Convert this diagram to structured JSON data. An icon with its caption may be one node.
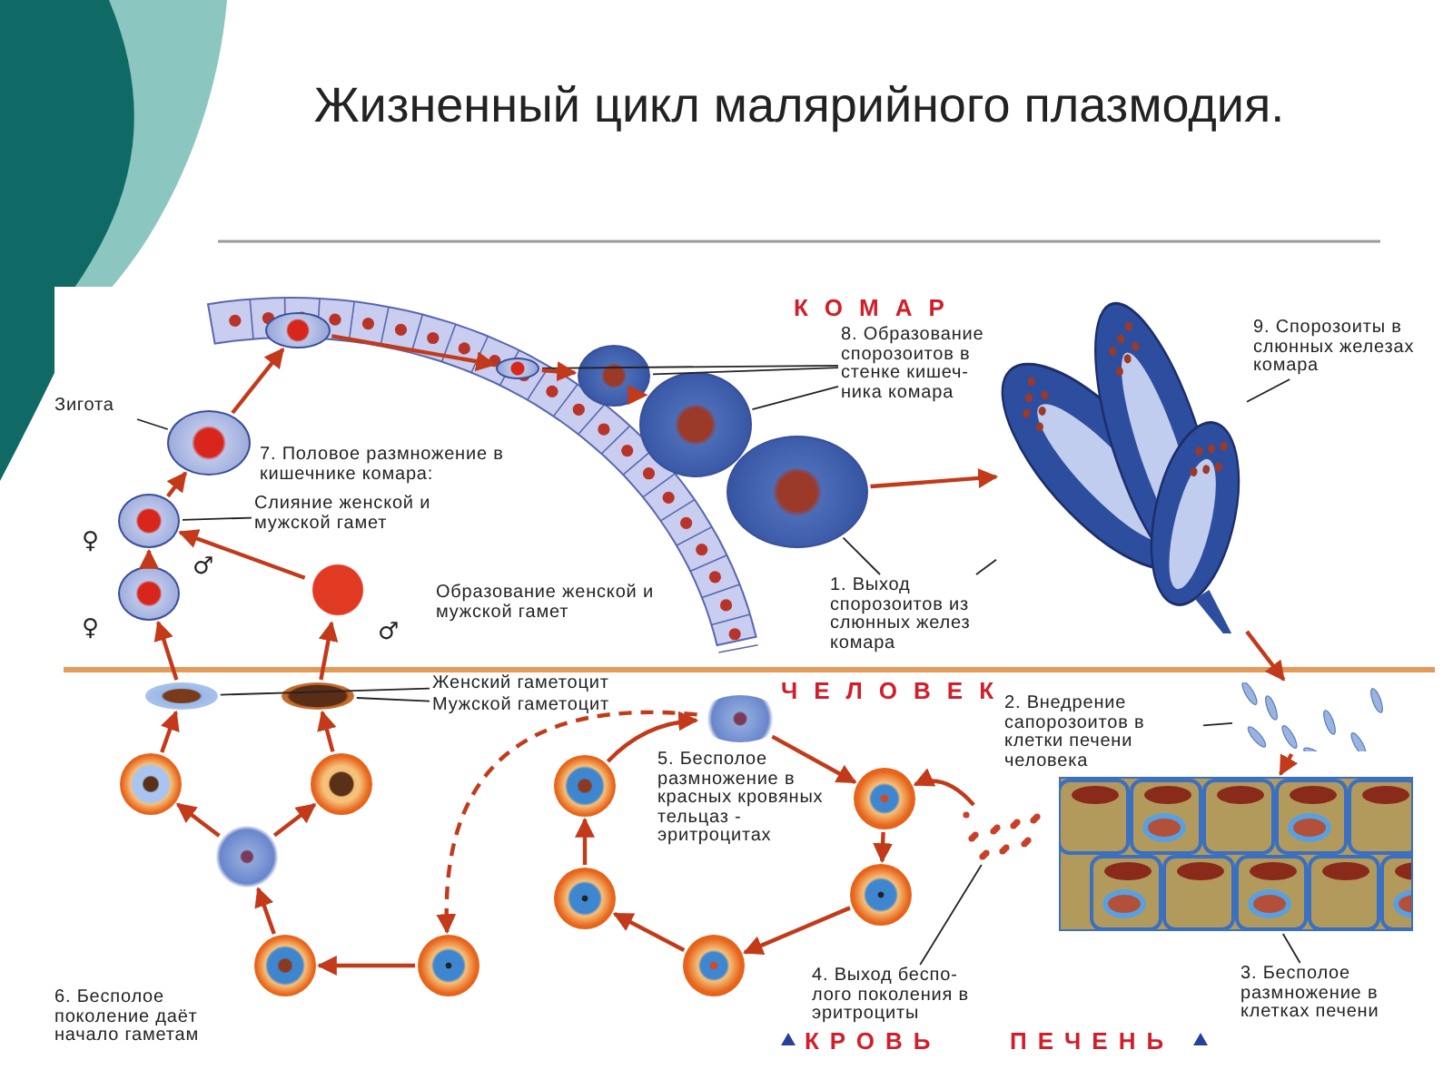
{
  "diagram": {
    "title": "Жизненный цикл малярийного плазмодия.",
    "nodes": [
      {
        "text": [
          "Зигота"
        ]
      },
      {
        "text": [
          "Слияние женской и мужской гамет"
        ]
      },
      {
        "text": [
          "8. Образование спорозоитов в стенке кишеч-ника комара"
        ]
      },
      {
        "text": [
          "9. Спорозоиты в слюнных железах комара"
        ]
      },
      {
        "text": [
          "1. Выход спорозоитов из слюнных желез комара"
        ]
      },
      {
        "text": [
          "Женский гаметоцит"
        ]
      },
      {
        "text": [
          "Мужской гаметоцит"
        ]
      },
      {
        "text": [
          "2. Внедрение сапорозоитов в клетки печени человека"
        ]
      },
      {
        "text": [
          "4. Выход беспо-лого поколения в эритроциты"
        ]
      },
      {
        "text": [
          "3. Бесполое размножение в клетках печени"
        ]
      },
      {
        "text": [],
        "shape": "circle"
      },
      {
        "text": [],
        "shape": "circle"
      },
      {
        "text": [],
        "shape": "circle"
      },
      {
        "text": [],
        "shape": "circle"
      },
      {
        "text": [],
        "shape": "circle"
      },
      {
        "text": [],
        "shape": "circle"
      },
      {
        "text": [],
        "shape": "circle"
      },
      {
        "text": [],
        "shape": "circle"
      },
      {
        "text": [],
        "shape": "circle"
      },
      {
        "text": [],
        "shape": "picture"
      },
      {
        "text": [],
        "shape": "circle"
      },
      {
        "text": [],
        "shape": "circle"
      },
      {
        "text": [],
        "shape": "picture"
      },
      {
        "text": [],
        "shape": "picture"
      },
      {
        "text": [],
        "shape": "picture"
      },
      {
        "text": [],
        "shape": "circle"
      },
      {
        "text": [],
        "shape": "circle"
      },
      {
        "text": [],
        "shape": "circle"
      },
      {
        "text": [],
        "shape": "circle"
      },
      {
        "text": [],
        "shape": "circle"
      },
      {
        "text": [],
        "shape": "circle"
      },
      {
        "text": [],
        "shape": "circle"
      },
      {
        "text": [],
        "shape": "circle"
      },
      {
        "text": [],
        "shape": "circle"
      },
      {
        "text": [],
        "shape": "circle"
      },
      {
        "text": [],
        "shape": "circle"
      }
    ],
    "edges": [
      {
        "from": 0,
        "to": 12,
        "arrow": "none",
        "color": "#222222"
      },
      {
        "from": 1,
        "to": 11,
        "arrow": "none",
        "color": "#222222"
      },
      {
        "from": 2,
        "to": 14,
        "arrow": "none",
        "color": "#222222"
      },
      {
        "from": 2,
        "to": 15,
        "arrow": "none",
        "color": "#222222"
      },
      {
        "from": 2,
        "to": 16,
        "arrow": "none",
        "color": "#222222"
      },
      {
        "from": 3,
        "to": 19,
        "arrow": "none",
        "color": "#222222"
      },
      {
        "from": 4,
        "to": 19,
        "arrow": "none",
        "color": "#222222"
      },
      {
        "from": 4,
        "to": 17,
        "arrow": "none",
        "color": "#222222"
      },
      {
        "from": 5,
        "to": 20,
        "arrow": "none",
        "color": "#222222"
      },
      {
        "from": 6,
        "to": 21,
        "arrow": "none",
        "color": "#222222"
      },
      {
        "from": 7,
        "to": 22,
        "arrow": "none",
        "color": "#222222"
      },
      {
        "from": 8,
        "to": 24,
        "arrow": "none",
        "color": "#222222"
      },
      {
        "from": 9,
        "to": 23,
        "arrow": "none",
        "color": "#222222"
      },
      {
        "from": 20,
        "to": 10,
        "arrow": "to"
      },
      {
        "from": 21,
        "to": 18,
        "arrow": "to"
      },
      {
        "from": 10,
        "to": 11,
        "arrow": "to"
      },
      {
        "from": 18,
        "to": 11,
        "arrow": "to"
      },
      {
        "from": 11,
        "to": 12,
        "arrow": "to"
      },
      {
        "from": 12,
        "to": 13,
        "arrow": "to"
      },
      {
        "from": 13,
        "to": 14,
        "arrow": "to"
      },
      {
        "from": 14,
        "to": 15,
        "arrow": "to"
      },
      {
        "from": 15,
        "to": 16,
        "arrow": "to"
      },
      {
        "from": 17,
        "to": 19,
        "arrow": "to"
      },
      {
        "from": 19,
        "to": 22,
        "arrow": "to"
      },
      {
        "from": 22,
        "to": 23,
        "arrow": "to"
      },
      {
        "from": 24,
        "to": 25,
        "arrow": "to"
      },
      {
        "from": 25,
        "to": 26,
        "arrow": "to"
      },
      {
        "from": 26,
        "to": 27,
        "arrow": "to"
      },
      {
        "from": 27,
        "to": 28,
        "arrow": "to"
      },
      {
        "from": 28,
        "to": 29,
        "arrow": "to"
      },
      {
        "from": 29,
        "to": 30,
        "arrow": "to"
      },
      {
        "from": 30,
        "to": 25,
        "arrow": "to"
      },
      {
        "from": 30,
        "to": 31,
        "arrow": "to",
        "style": "dashed"
      },
      {
        "from": 31,
        "to": 32,
        "arrow": "to"
      },
      {
        "from": 32,
        "to": 33,
        "arrow": "to"
      },
      {
        "from": 33,
        "to": 34,
        "arrow": "to"
      },
      {
        "from": 33,
        "to": 35,
        "arrow": "to"
      },
      {
        "from": 34,
        "to": 20,
        "arrow": "to"
      },
      {
        "from": 35,
        "to": 21,
        "arrow": "to"
      }
    ],
    "labels": [
      "КОМАР",
      "7. Половое размножение в кишечнике комара:",
      "♀",
      "♂",
      "♀",
      "♂",
      "Образование женской и мужской гамет",
      "ЧЕЛОВЕК",
      "5. Бесполое размножение в красных кровяных тельцаз - эритроцитах",
      "6. Бесполое поколение даёт начало гаметам",
      "КРОВЬ",
      "ПЕЧЕНЬ"
    ]
  }
}
